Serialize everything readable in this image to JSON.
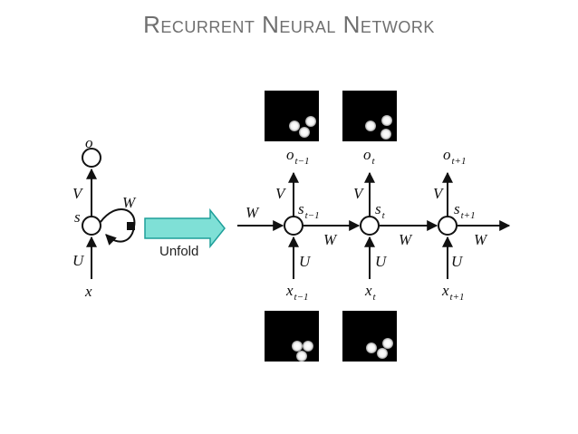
{
  "title": "Recurrent Neural Network",
  "colors": {
    "arrow_fill": "#7fe0d6",
    "arrow_stroke": "#1e9f9a",
    "line": "#111111",
    "thumb_bg": "#000000"
  },
  "folded": {
    "output": "o",
    "state": "s",
    "input": "x",
    "weight_v": "V",
    "weight_u": "U",
    "weight_w": "W"
  },
  "unfold_label": "Unfold",
  "unfolded": {
    "incoming_w": "W",
    "steps": [
      {
        "output": "o",
        "output_sub": "t−1",
        "state": "s",
        "state_sub": "t−1",
        "input": "x",
        "input_sub": "t−1",
        "weight_v": "V",
        "weight_u": "U",
        "weight_w": "W"
      },
      {
        "output": "o",
        "output_sub": "t",
        "state": "s",
        "state_sub": "t",
        "input": "x",
        "input_sub": "t",
        "weight_v": "V",
        "weight_u": "U",
        "weight_w": "W"
      },
      {
        "output": "o",
        "output_sub": "t+1",
        "state": "s",
        "state_sub": "t+1",
        "input": "x",
        "input_sub": "t+1",
        "weight_v": "V",
        "weight_u": "U",
        "weight_w": "W"
      }
    ]
  },
  "images": {
    "top": [
      {
        "blobs": 3
      },
      {
        "blobs": 3
      }
    ],
    "bottom": [
      {
        "blobs": 3
      },
      {
        "blobs": 3
      }
    ]
  }
}
